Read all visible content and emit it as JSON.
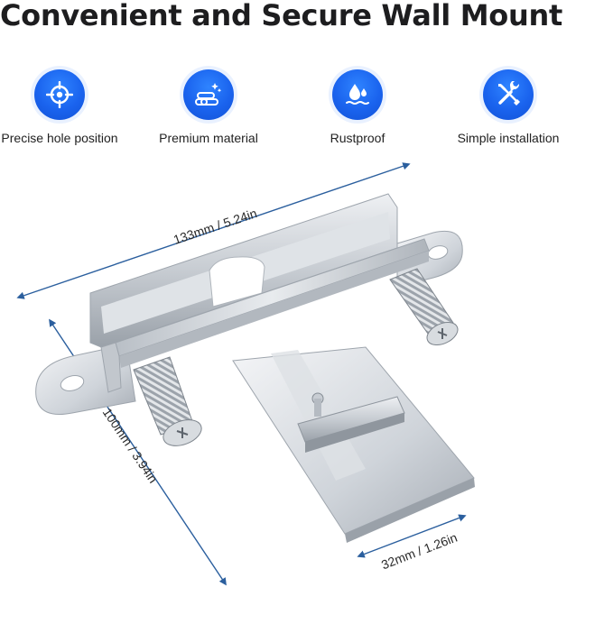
{
  "title": "Convenient and Secure Wall Mount",
  "features": [
    {
      "icon": "crosshair-target-icon",
      "label": "Precise hole position"
    },
    {
      "icon": "material-stack-icon",
      "label": "Premium material"
    },
    {
      "icon": "water-drop-icon",
      "label": "Rustproof"
    },
    {
      "icon": "screwdriver-wrench-icon",
      "label": "Simple installation"
    }
  ],
  "dimensions": {
    "length": "133mm / 5.24in",
    "height": "100mm / 3.94in",
    "width": "32mm / 1.26in"
  },
  "colors": {
    "icon_blue": "#1a63ee",
    "dimension_line": "#2b5f9e",
    "metal": "#c9ced4"
  }
}
